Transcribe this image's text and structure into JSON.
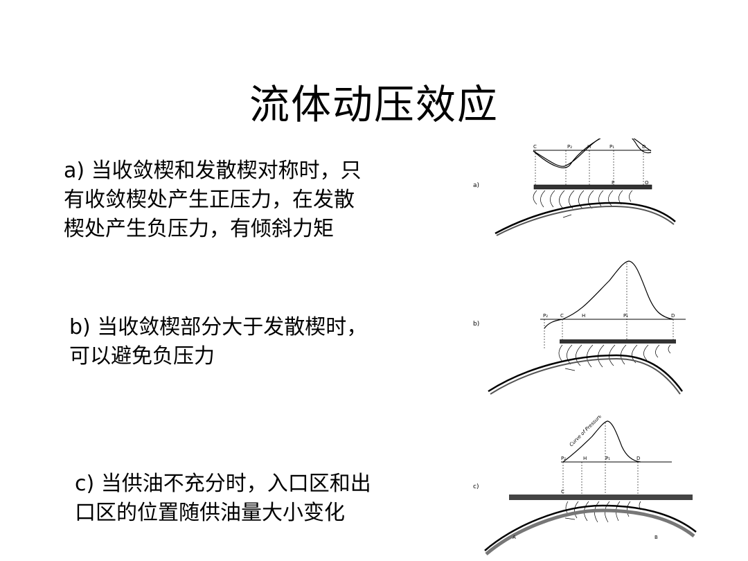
{
  "title": "流体动压效应",
  "items": [
    {
      "lines": [
        "a) 当收敛楔和发散楔对称时，只",
        "有收敛楔处产生正压力，在发散",
        "楔处产生负压力，有倾斜力矩"
      ],
      "fig_label": "a)",
      "pts": {
        "c": "C",
        "p2": "P₂",
        "h": "H",
        "p1": "P₁",
        "d": "D",
        "p": "P",
        "o": "O"
      }
    },
    {
      "lines": [
        "b) 当收敛楔部分大于发散楔时，",
        "可以避免负压力"
      ],
      "fig_label": "b)",
      "pts": {
        "p2": "P₂",
        "c": "C",
        "h": "H",
        "p1": "P₁",
        "d": "D"
      }
    },
    {
      "lines": [
        "c) 当供油不充分时，入口区和出",
        "口区的位置随供油量大小变化"
      ],
      "fig_label": "c)",
      "pts": {
        "p2": "P₂",
        "h": "H",
        "p1": "P₁",
        "d": "D",
        "c": "C",
        "a": "A",
        "b": "B"
      },
      "curve_label": "Curve of Pressure"
    }
  ]
}
